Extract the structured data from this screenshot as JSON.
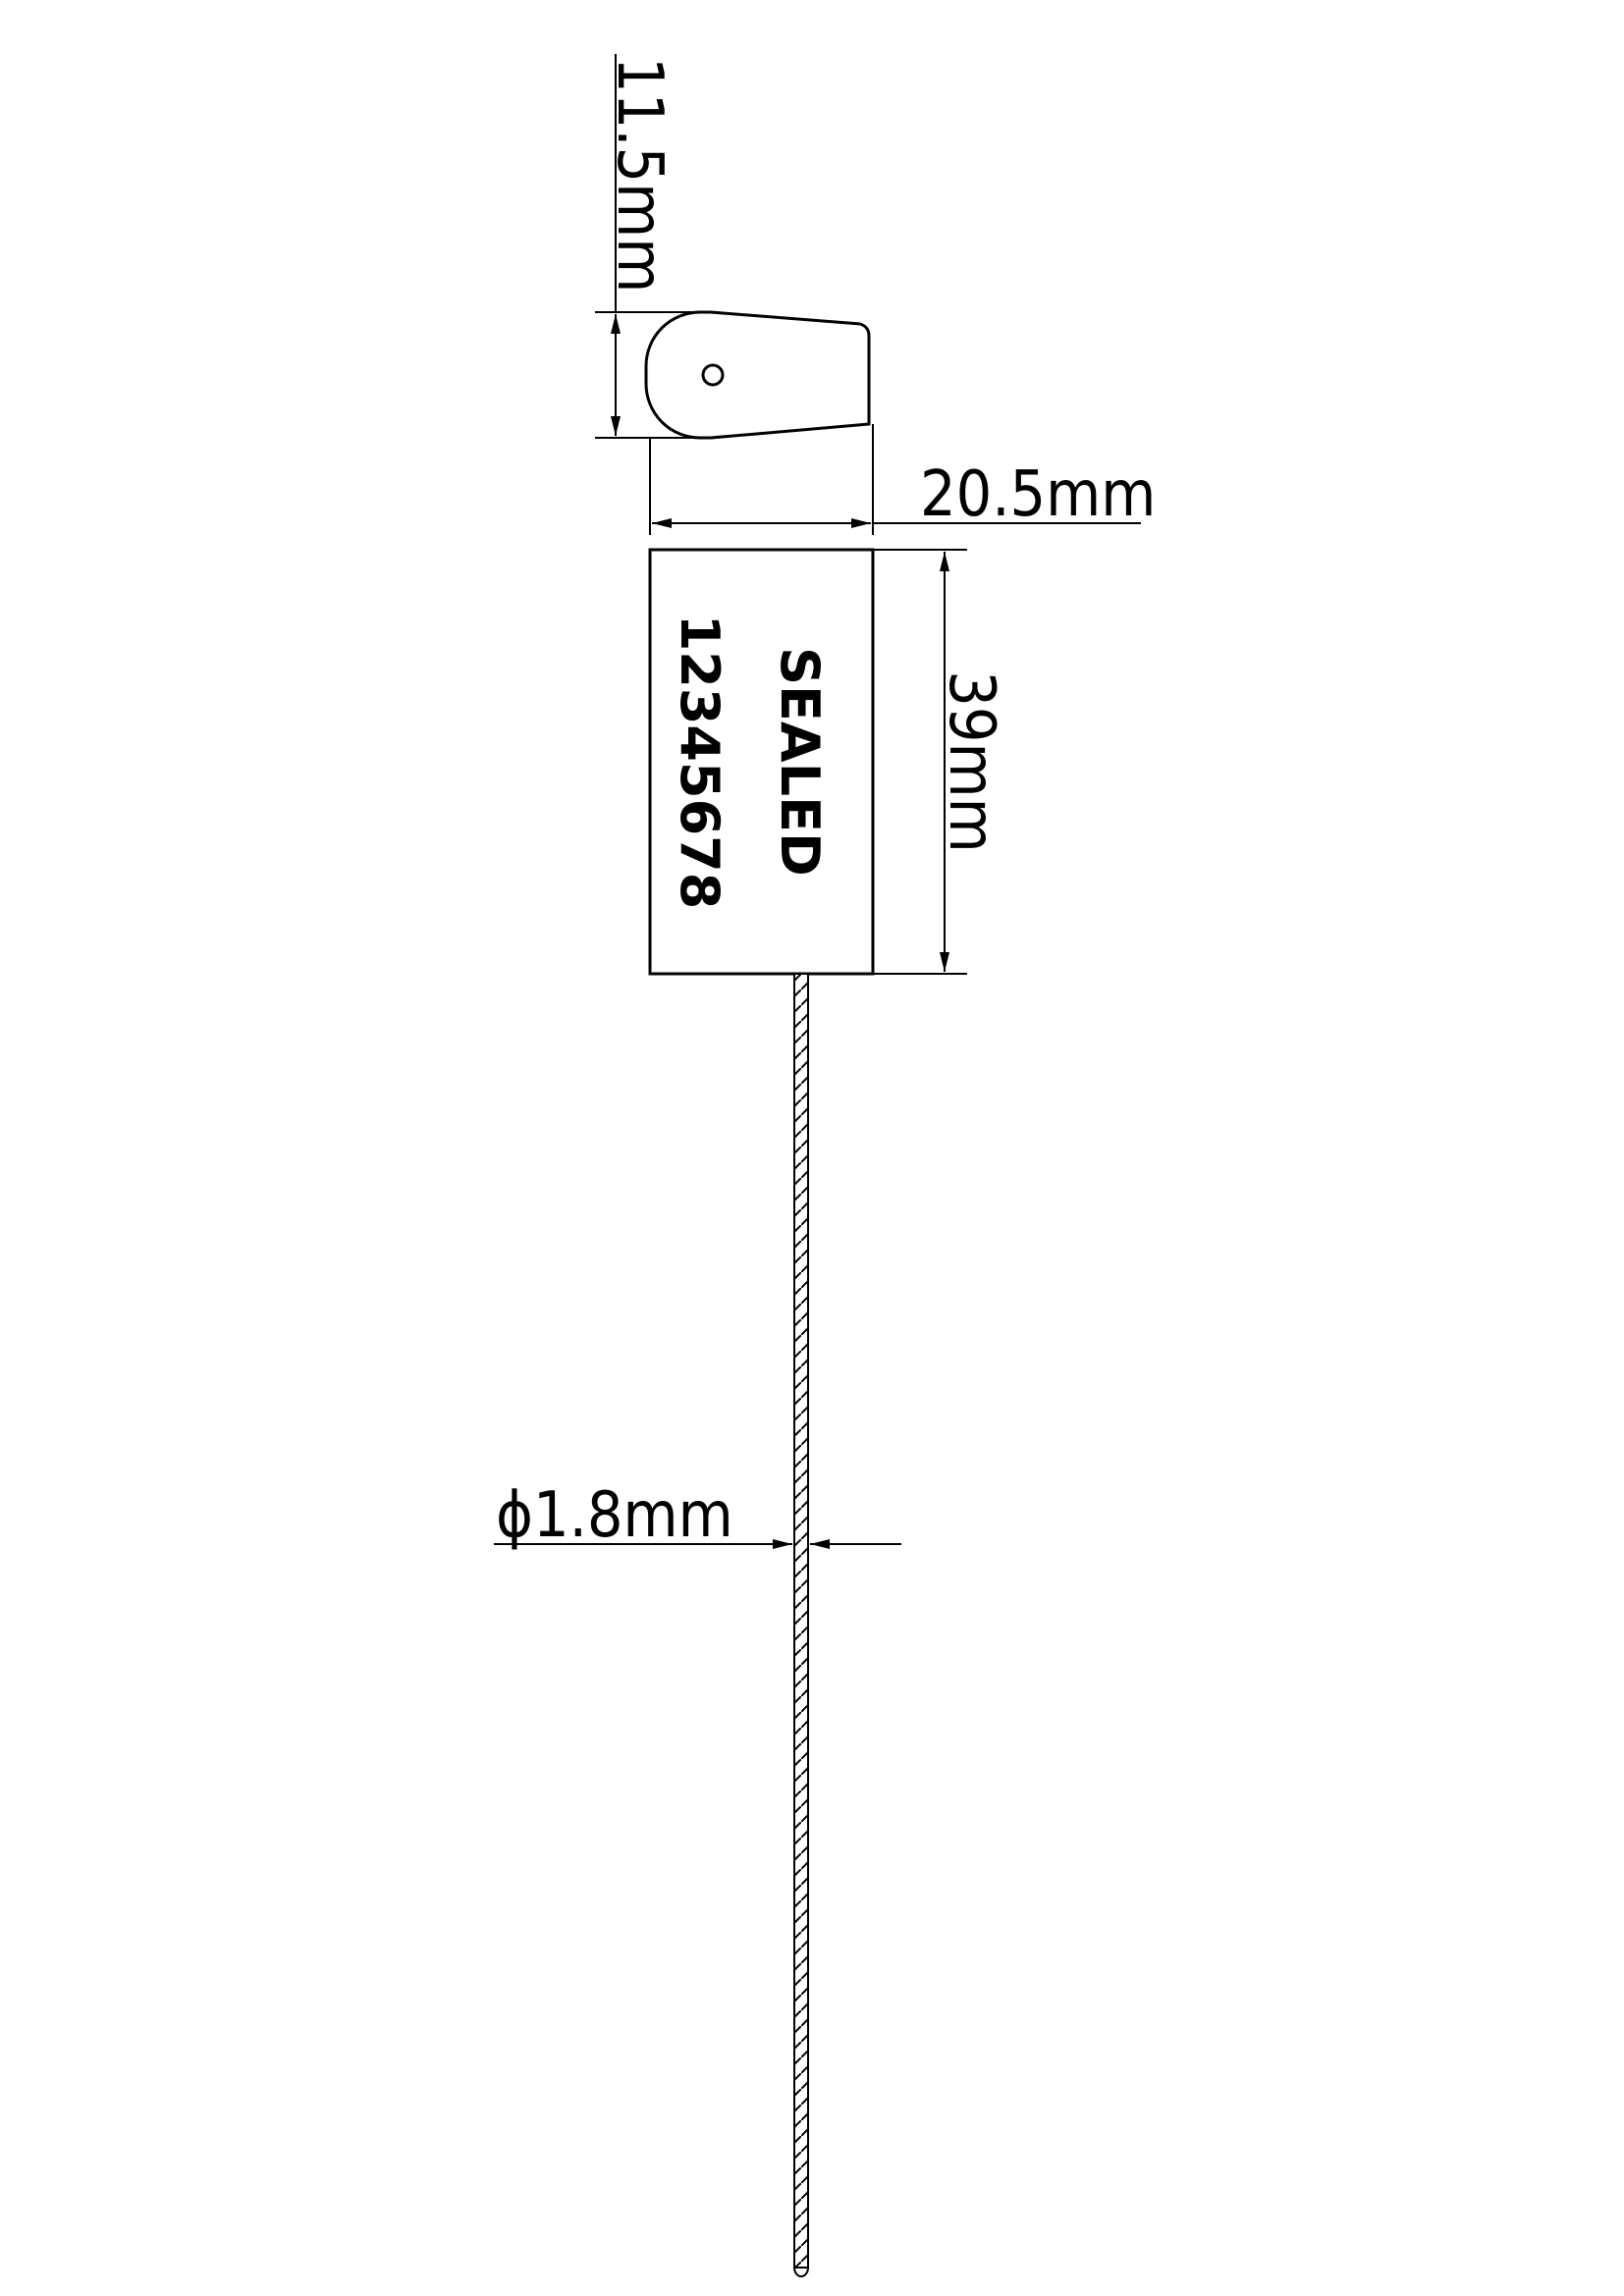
{
  "diagram": {
    "stroke_color": "#000000",
    "background": "#ffffff",
    "dimensions": {
      "head_height": "11.5mm",
      "body_width": "20.5mm",
      "body_height": "39mm",
      "cable_diameter": "ϕ1.8mm"
    },
    "seal_body_text": {
      "line1": "SEALED",
      "line2": "12345678"
    }
  }
}
